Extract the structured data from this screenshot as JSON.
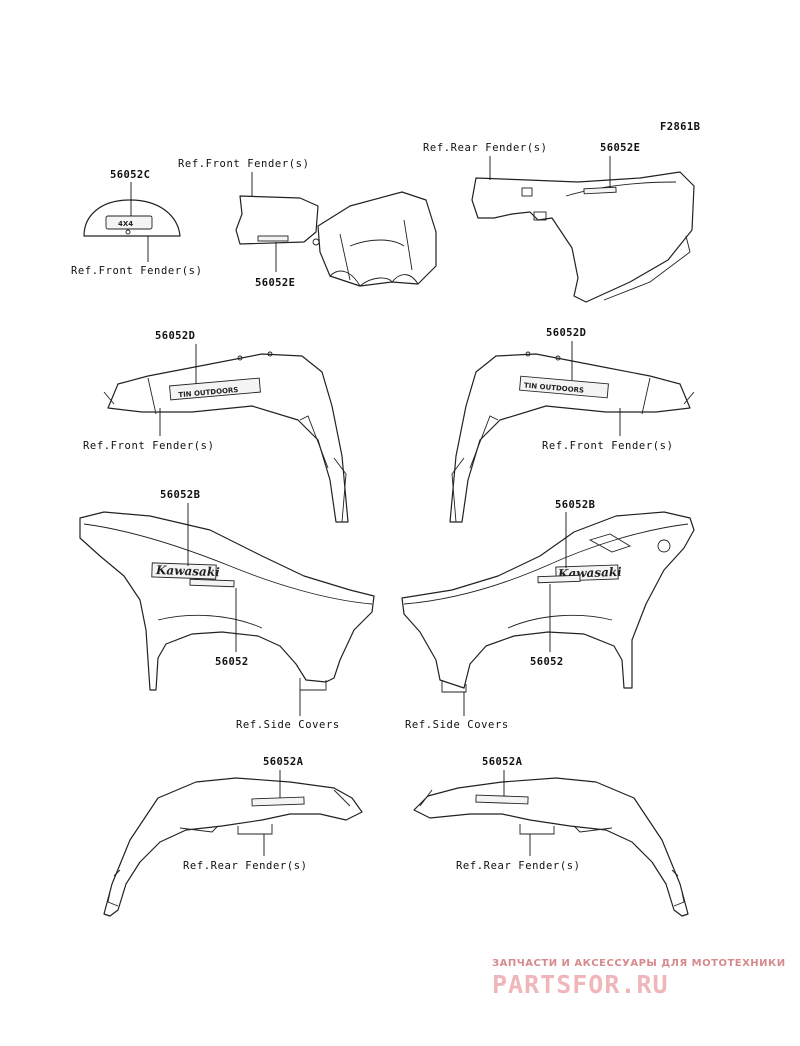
{
  "figure_code": "F2861B",
  "callouts": {
    "c_56052C": "56052C",
    "c_ref_ff_top": "Ref.Front Fender(s)",
    "c_ref_ff_tank": "Ref.Front Fender(s)",
    "c_56052E_left": "56052E",
    "c_ref_rf_top": "Ref.Rear Fender(s)",
    "c_56052E_right": "56052E",
    "c_56052D_left": "56052D",
    "c_ref_ff_left": "Ref.Front Fender(s)",
    "c_56052D_right": "56052D",
    "c_ref_ff_right": "Ref.Front Fender(s)",
    "c_56052B_left": "56052B",
    "c_56052_left": "56052",
    "c_ref_sc_left": "Ref.Side Covers",
    "c_56052B_right": "56052B",
    "c_56052_right": "56052",
    "c_ref_sc_right": "Ref.Side Covers",
    "c_56052A_left": "56052A",
    "c_ref_rf_left": "Ref.Rear Fender(s)",
    "c_56052A_right": "56052A",
    "c_ref_rf_right": "Ref.Rear Fender(s)"
  },
  "decal_text": {
    "badge_4x4": "4X4",
    "outdoors": "TIN OUTDOORS",
    "kawasaki": "Kawasaki"
  },
  "watermark": {
    "line1": "ЗАПЧАСТИ И АКСЕССУАРЫ ДЛЯ МОТОТЕХНИКИ",
    "line2": "PARTSFOR.RU"
  },
  "colors": {
    "line": "#111111",
    "watermark_small": "#d68a8e",
    "watermark_big": "#f0b7bb"
  }
}
